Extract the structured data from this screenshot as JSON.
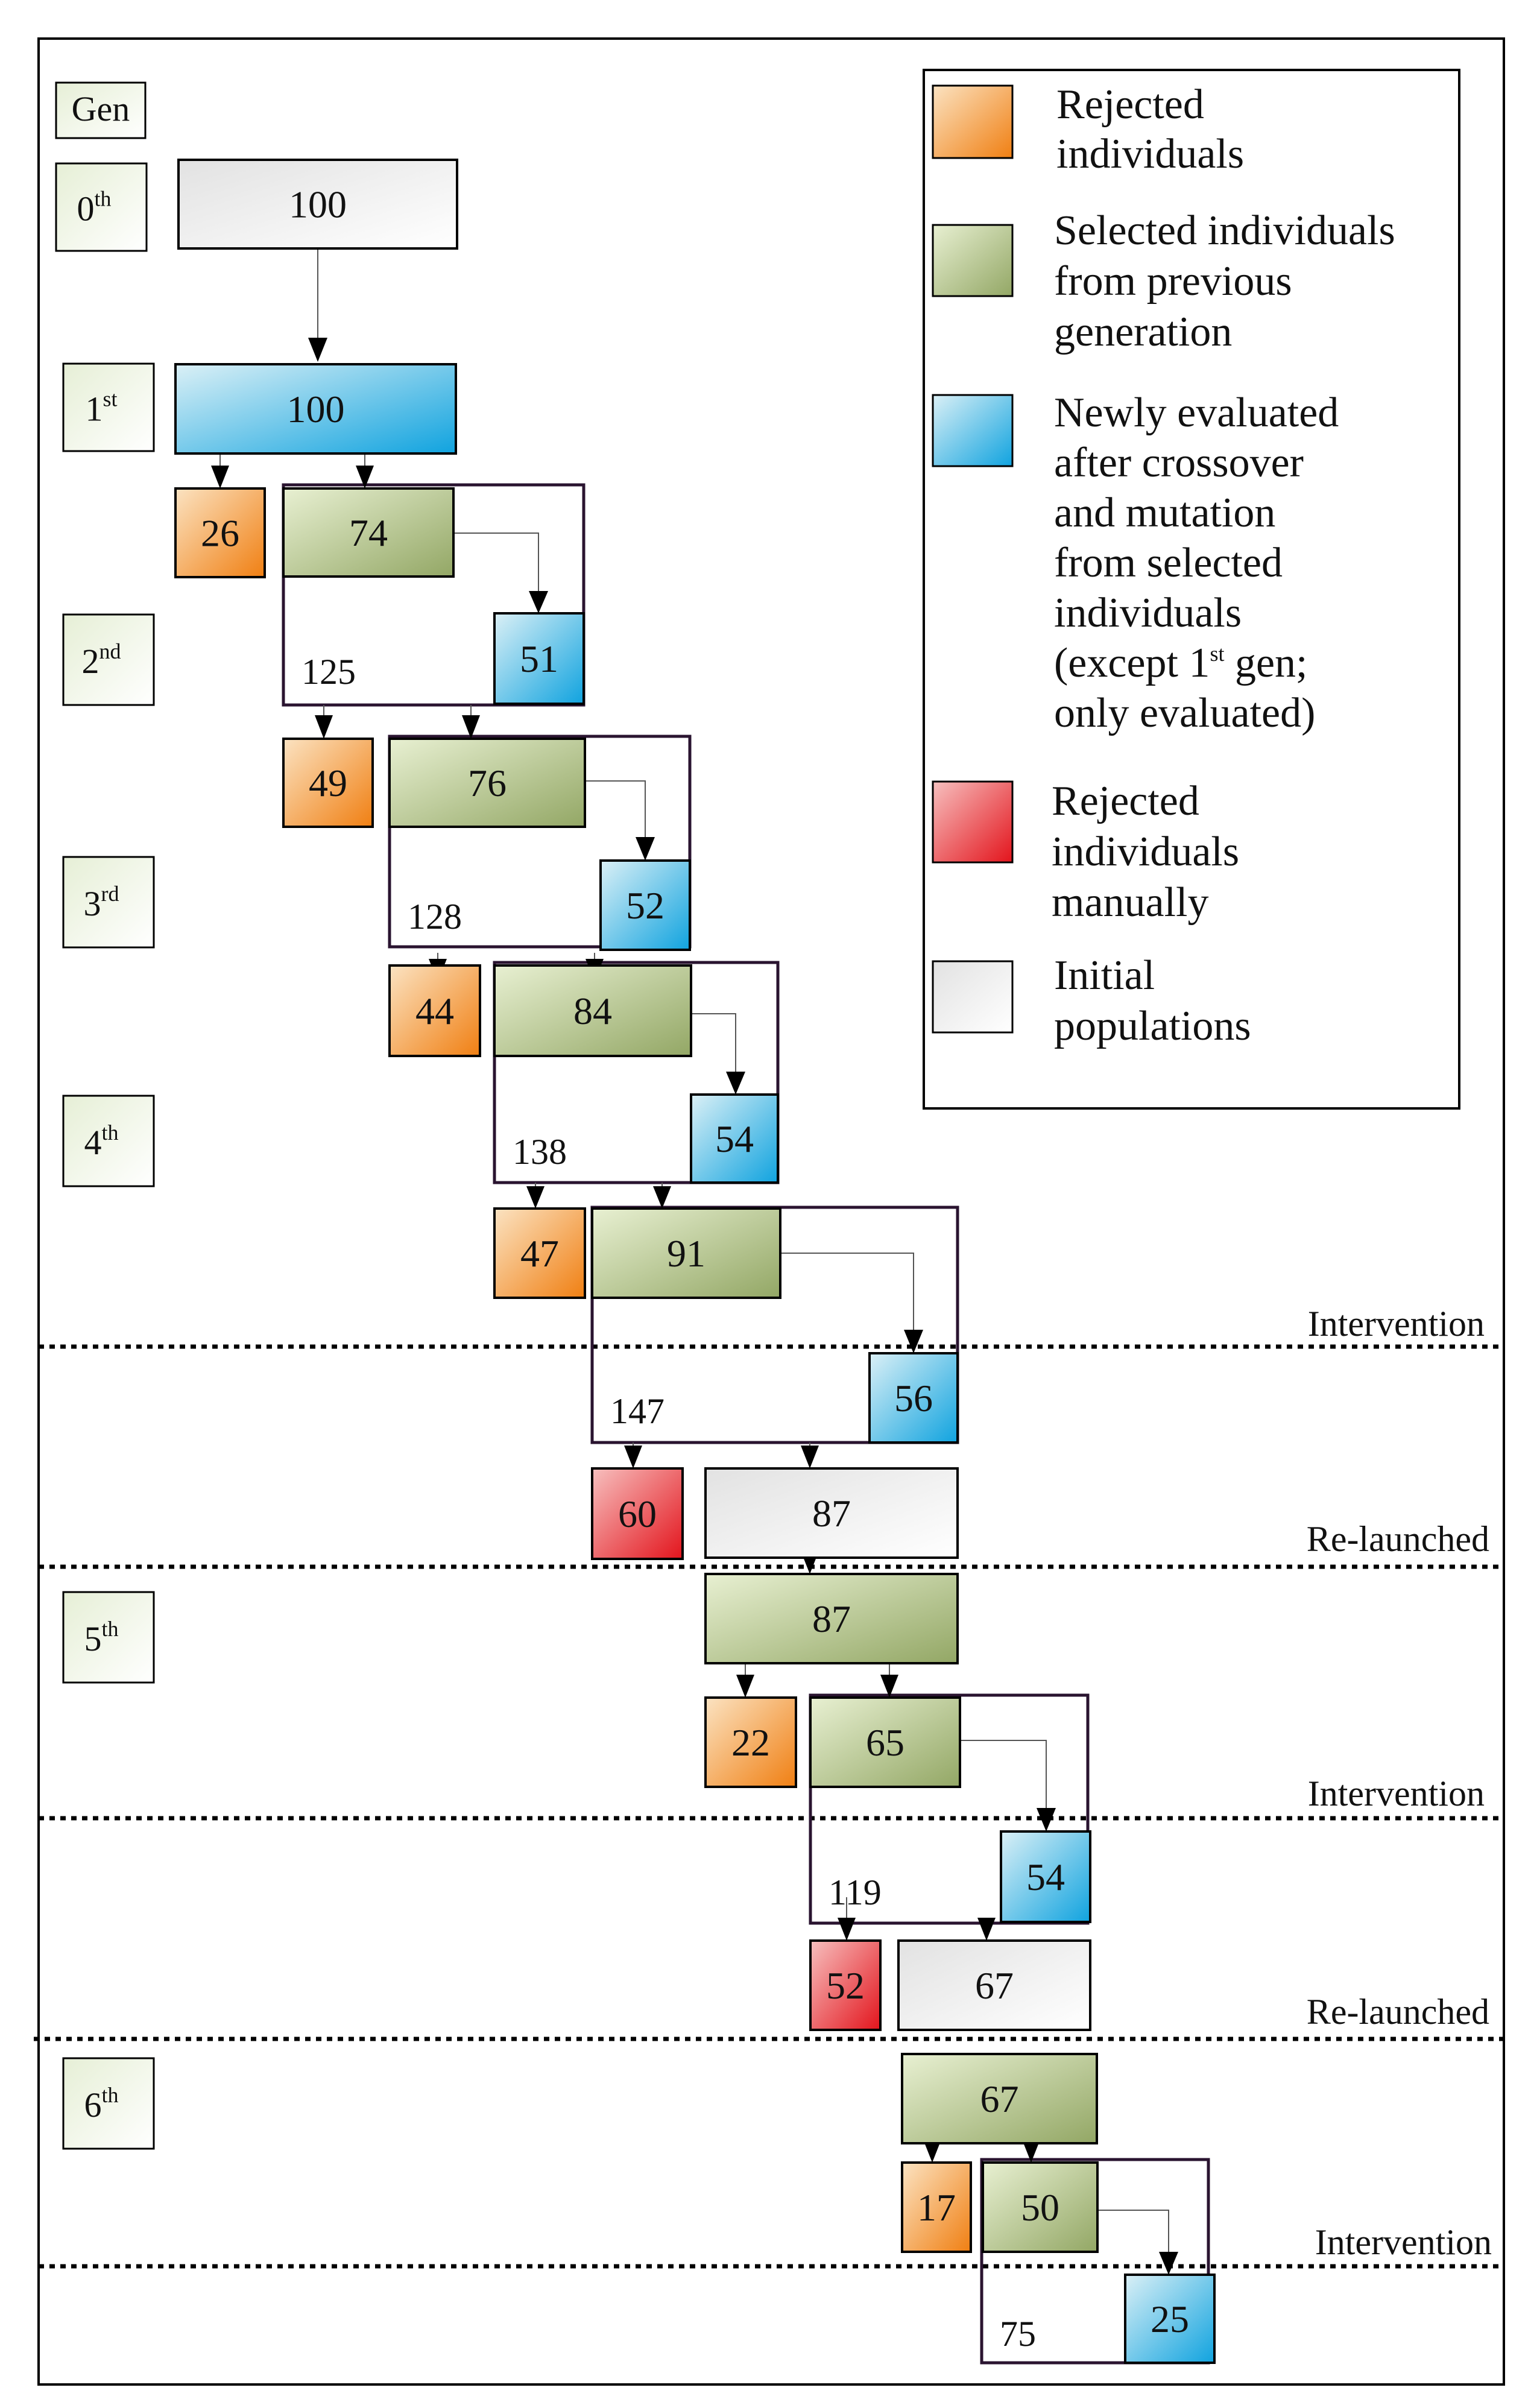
{
  "gen_header": "Gen",
  "generations": [
    {
      "num": "0",
      "sup": "th"
    },
    {
      "num": "1",
      "sup": "st"
    },
    {
      "num": "2",
      "sup": "nd"
    },
    {
      "num": "3",
      "sup": "rd"
    },
    {
      "num": "4",
      "sup": "th"
    },
    {
      "num": "5",
      "sup": "th"
    },
    {
      "num": "6",
      "sup": "th"
    }
  ],
  "legend": [
    {
      "type": "rejected",
      "lines": [
        "Rejected",
        "individuals"
      ]
    },
    {
      "type": "selected",
      "lines": [
        "Selected individuals",
        "from previous",
        "generation"
      ]
    },
    {
      "type": "newly_evaluated",
      "lines": [
        "Newly evaluated",
        "after crossover",
        "and mutation",
        "from selected",
        "individuals"
      ],
      "except_prefix": "(except 1",
      "except_sup": "st",
      "except_suffix": " gen;",
      "last_line": "only evaluated)"
    },
    {
      "type": "rejected_manual",
      "lines": [
        "Rejected",
        "individuals",
        "manually"
      ]
    },
    {
      "type": "initial",
      "lines": [
        "Initial",
        "populations"
      ]
    }
  ],
  "colors": {
    "rejected": "#f28a1e",
    "selected": "#a7b97a",
    "newly_evaluated": "#2aaee2",
    "rejected_manual": "#e8262b",
    "initial": "#e6e6e6",
    "frame": "#2a1430"
  },
  "boxes": [
    {
      "value": "100",
      "type": "initial"
    },
    {
      "value": "100",
      "type": "newly_evaluated"
    },
    {
      "value": "26",
      "type": "rejected"
    },
    {
      "value": "74",
      "type": "selected"
    },
    {
      "value": "51",
      "type": "newly_evaluated"
    },
    {
      "value": "49",
      "type": "rejected"
    },
    {
      "value": "76",
      "type": "selected"
    },
    {
      "value": "52",
      "type": "newly_evaluated"
    },
    {
      "value": "44",
      "type": "rejected"
    },
    {
      "value": "84",
      "type": "selected"
    },
    {
      "value": "54",
      "type": "newly_evaluated"
    },
    {
      "value": "47",
      "type": "rejected"
    },
    {
      "value": "91",
      "type": "selected"
    },
    {
      "value": "56",
      "type": "newly_evaluated"
    },
    {
      "value": "60",
      "type": "rejected_manual"
    },
    {
      "value": "87",
      "type": "initial"
    },
    {
      "value": "87",
      "type": "selected"
    },
    {
      "value": "22",
      "type": "rejected"
    },
    {
      "value": "65",
      "type": "selected"
    },
    {
      "value": "54",
      "type": "newly_evaluated"
    },
    {
      "value": "52",
      "type": "rejected_manual"
    },
    {
      "value": "67",
      "type": "initial"
    },
    {
      "value": "67",
      "type": "selected"
    },
    {
      "value": "17",
      "type": "rejected"
    },
    {
      "value": "50",
      "type": "selected"
    },
    {
      "value": "25",
      "type": "newly_evaluated"
    }
  ],
  "group_totals": [
    "125",
    "128",
    "138",
    "147",
    "119",
    "75"
  ],
  "event_labels": [
    "Intervention",
    "Re-launched",
    "Intervention",
    "Re-launched",
    "Intervention"
  ]
}
